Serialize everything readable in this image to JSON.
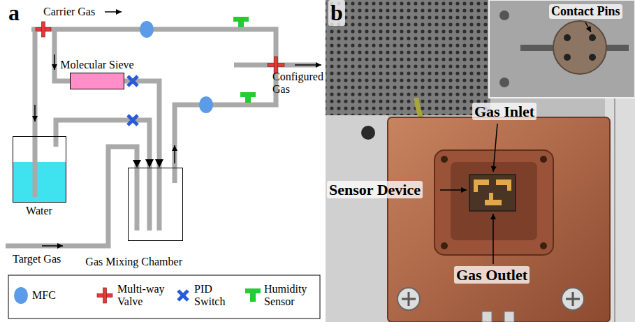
{
  "diagram": {
    "nodes": [
      {
        "text": [
          "Molecular Sieve"
        ]
      },
      {
        "text": [
          "Water"
        ]
      },
      {
        "text": [
          "Gas Mixing Chamber"
        ]
      }
    ],
    "edges": [
      {
        "from": 0,
        "to": 2,
        "arrow": "to"
      },
      {
        "from": 1,
        "to": 2,
        "arrow": "to"
      }
    ],
    "labels": [
      "a",
      "Carrier Gas",
      "Configured Gas",
      "Target Gas",
      "b",
      "Contact Pins",
      "Gas Inlet",
      "Sensor Device",
      "Gas Outlet"
    ],
    "legend": [
      {
        "text": "MFC"
      },
      {
        "text": "Multi-way Valve"
      },
      {
        "text": "PID Switch"
      },
      {
        "text": "Humidity Sensor"
      }
    ]
  }
}
